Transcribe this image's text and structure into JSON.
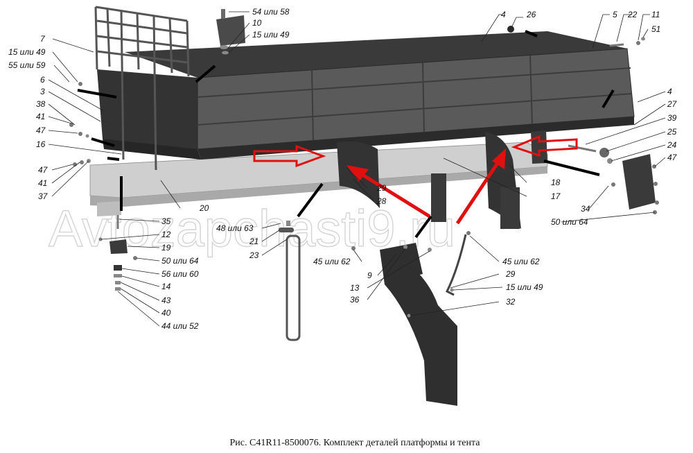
{
  "caption": "Рис. C41R11-8500076. Комплект деталей платформы и тента",
  "watermark": "Avtozapchasti9.ru",
  "labels": {
    "l54_58": "54 или 58",
    "l10": "10",
    "l15_49_top": "15 или 49",
    "l4_top": "4",
    "l26": "26",
    "l5": "5",
    "l22": "22",
    "l11": "11",
    "l51": "51",
    "l7": "7",
    "l15_49_left": "15 или 49",
    "l55_59": "55 или 59",
    "l6": "6",
    "l3": "3",
    "l38": "38",
    "l41a": "41",
    "l47a": "47",
    "l16": "16",
    "l47b": "47",
    "l41b": "41",
    "l37": "37",
    "l4_right": "4",
    "l27": "27",
    "l39": "39",
    "l25": "25",
    "l24": "24",
    "l47c": "47",
    "l29a": "29",
    "l28": "28",
    "l18": "18",
    "l17": "17",
    "l20": "20",
    "l34": "34",
    "l50_64_right": "50 или 64",
    "l35": "35",
    "l12": "12",
    "l19": "19",
    "l50_64_left": "50 или 64",
    "l56_60": "56 или 60",
    "l14": "14",
    "l43": "43",
    "l40": "40",
    "l44_52": "44 или 52",
    "l48_63": "48 или 63",
    "l21": "21",
    "l23": "23",
    "l45_62a": "45 или 62",
    "l9": "9",
    "l13": "13",
    "l36": "36",
    "l45_62b": "45 или 62",
    "l29b": "29",
    "l15_49_bottom": "15 или 49",
    "l32": "32"
  },
  "colors": {
    "body": "#4a4a4a",
    "body_dark": "#2f2f2f",
    "frame": "#c9c9c9",
    "arrow_red": "#e01010"
  }
}
